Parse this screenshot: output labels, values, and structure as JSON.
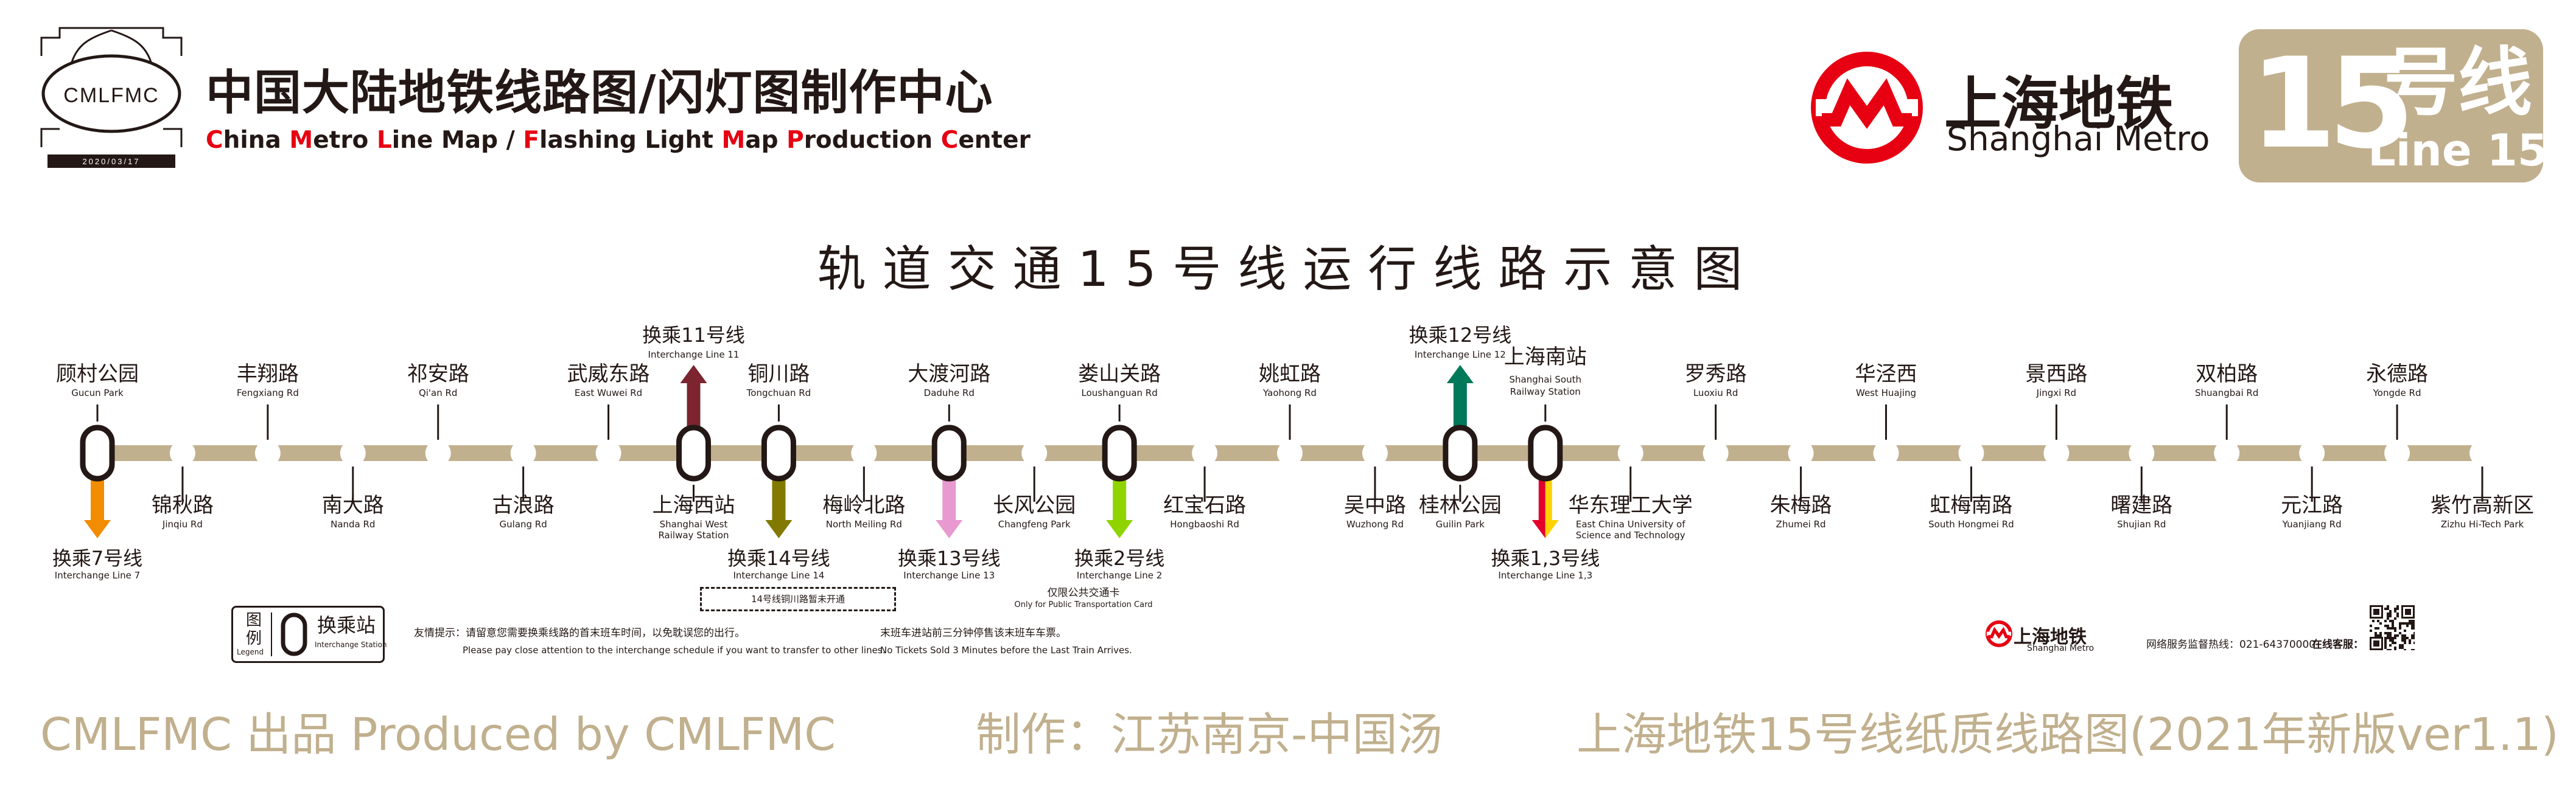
{
  "colors": {
    "line15": "#c1b08e",
    "sm_red": "#e60012",
    "line7": "#f28c00",
    "line11": "#7c2430",
    "line14": "#827a00",
    "line13": "#e899cf",
    "line2": "#8fd400",
    "line12": "#00785a",
    "line1": "#e3002b",
    "line3": "#ffd100"
  },
  "header": {
    "emblem_text": "CMLFMC",
    "emblem_date": "2020/03/17",
    "title_cn": "中国大陆地铁线路图/闪灯图制作中心",
    "title_en_parts": [
      {
        "t": "C",
        "cap": true
      },
      {
        "t": "hina ",
        "cap": false
      },
      {
        "t": "M",
        "cap": true
      },
      {
        "t": "etro ",
        "cap": false
      },
      {
        "t": "L",
        "cap": true
      },
      {
        "t": "ine Map / ",
        "cap": false
      },
      {
        "t": "F",
        "cap": true
      },
      {
        "t": "lashing Light ",
        "cap": false
      },
      {
        "t": "M",
        "cap": true
      },
      {
        "t": "ap ",
        "cap": false
      },
      {
        "t": "P",
        "cap": true
      },
      {
        "t": "roduction ",
        "cap": false
      },
      {
        "t": "C",
        "cap": true
      },
      {
        "t": "enter",
        "cap": false
      }
    ],
    "brand_cn": "上海地铁",
    "brand_en": "Shanghai Metro",
    "badge_num": "15",
    "badge_cn": "号线",
    "badge_en": "Line 15"
  },
  "main_title": "轨道交通15号线运行线路示意图",
  "stations": [
    {
      "cn": "顾村公园",
      "en": "Gucun Park",
      "pos": "above",
      "interchange": true
    },
    {
      "cn": "锦秋路",
      "en": "Jinqiu Rd",
      "pos": "below"
    },
    {
      "cn": "丰翔路",
      "en": "Fengxiang Rd",
      "pos": "above"
    },
    {
      "cn": "南大路",
      "en": "Nanda Rd",
      "pos": "below"
    },
    {
      "cn": "祁安路",
      "en": "Qi'an Rd",
      "pos": "above"
    },
    {
      "cn": "古浪路",
      "en": "Gulang Rd",
      "pos": "below"
    },
    {
      "cn": "武威东路",
      "en": "East Wuwei Rd",
      "pos": "above"
    },
    {
      "cn": "上海西站",
      "en": "Shanghai West Railway Station",
      "en2": "Railway Station",
      "en1": "Shanghai West",
      "pos": "below",
      "interchange": true
    },
    {
      "cn": "铜川路",
      "en": "Tongchuan Rd",
      "pos": "above",
      "interchange": true
    },
    {
      "cn": "梅岭北路",
      "en": "North Meiling Rd",
      "pos": "below"
    },
    {
      "cn": "大渡河路",
      "en": "Daduhe Rd",
      "pos": "above",
      "interchange": true
    },
    {
      "cn": "长风公园",
      "en": "Changfeng Park",
      "pos": "below"
    },
    {
      "cn": "娄山关路",
      "en": "Loushanguan Rd",
      "pos": "above",
      "interchange": true
    },
    {
      "cn": "红宝石路",
      "en": "Hongbaoshi Rd",
      "pos": "below"
    },
    {
      "cn": "姚虹路",
      "en": "Yaohong Rd",
      "pos": "above"
    },
    {
      "cn": "吴中路",
      "en": "Wuzhong Rd",
      "pos": "below"
    },
    {
      "cn": "桂林公园",
      "en": "Guilin Park",
      "pos": "below",
      "interchange": true
    },
    {
      "cn": "上海南站",
      "en1": "Shanghai South",
      "en2": "Railway Station",
      "pos": "above",
      "interchange": true
    },
    {
      "cn": "华东理工大学",
      "en1": "East China University of",
      "en2": "Science and Technology",
      "pos": "below"
    },
    {
      "cn": "罗秀路",
      "en": "Luoxiu Rd",
      "pos": "above"
    },
    {
      "cn": "朱梅路",
      "en": "Zhumei Rd",
      "pos": "below"
    },
    {
      "cn": "华泾西",
      "en": "West Huajing",
      "pos": "above"
    },
    {
      "cn": "虹梅南路",
      "en": "South Hongmei Rd",
      "pos": "below"
    },
    {
      "cn": "景西路",
      "en": "Jingxi Rd",
      "pos": "above"
    },
    {
      "cn": "曙建路",
      "en": "Shujian Rd",
      "pos": "below"
    },
    {
      "cn": "双柏路",
      "en": "Shuangbai Rd",
      "pos": "above"
    },
    {
      "cn": "元江路",
      "en": "Yuanjiang Rd",
      "pos": "below"
    },
    {
      "cn": "永德路",
      "en": "Yongde Rd",
      "pos": "above"
    },
    {
      "cn": "紫竹高新区",
      "en": "Zizhu Hi-Tech Park",
      "pos": "below"
    }
  ],
  "transfers": [
    {
      "station": 0,
      "dir": "down",
      "cn": "换乘7号线",
      "en": "Interchange Line 7",
      "color": "#f28c00"
    },
    {
      "station": 7,
      "dir": "up",
      "cn": "换乘11号线",
      "en": "Interchange Line 11",
      "color": "#7c2430"
    },
    {
      "station": 8,
      "dir": "down",
      "cn": "换乘14号线",
      "en": "Interchange Line 14",
      "color": "#827a00"
    },
    {
      "station": 10,
      "dir": "down",
      "cn": "换乘13号线",
      "en": "Interchange Line 13",
      "color": "#e899cf"
    },
    {
      "station": 12,
      "dir": "down",
      "cn": "换乘2号线",
      "en": "Interchange Line 2",
      "color": "#8fd400"
    },
    {
      "station": 16,
      "dir": "up",
      "cn": "换乘12号线",
      "en": "Interchange Line 12",
      "color": "#00785a"
    },
    {
      "station": 17,
      "dir": "down",
      "cn": "换乘1,3号线",
      "en": "Interchange Line 1,3",
      "color": "#e3002b",
      "color2": "#ffd100"
    }
  ],
  "note_line14": "14号线铜川路暂未开通",
  "note_line2_cn": "仅限公共交通卡",
  "note_line2_en": "Only for Public Transportation Card",
  "legend": {
    "cn": "图例",
    "en": "Legend",
    "station_cn": "换乘站",
    "station_en": "Interchange Station"
  },
  "tips": {
    "tip1_cn": "友情提示：请留意您需要换乘线路的首末班车时间，以免耽误您的出行。",
    "tip1_en": "Please pay close attention to the interchange schedule if you want to transfer to other lines.",
    "tip2_cn": "末班车进站前三分钟停售该末班车车票。",
    "tip2_en": "No Tickets Sold 3 Minutes before the Last Train Arrives."
  },
  "footer": {
    "brand_cn": "上海地铁",
    "brand_en": "Shanghai Metro",
    "hotline": "网络服务监督热线：021-64370000",
    "service": "在线客服："
  },
  "credits": {
    "produced": "CMLFMC 出品  Produced by CMLFMC",
    "maker": "制作：江苏南京-中国汤",
    "edition": "上海地铁15号线纸质线路图(2021年新版ver1.1)"
  }
}
